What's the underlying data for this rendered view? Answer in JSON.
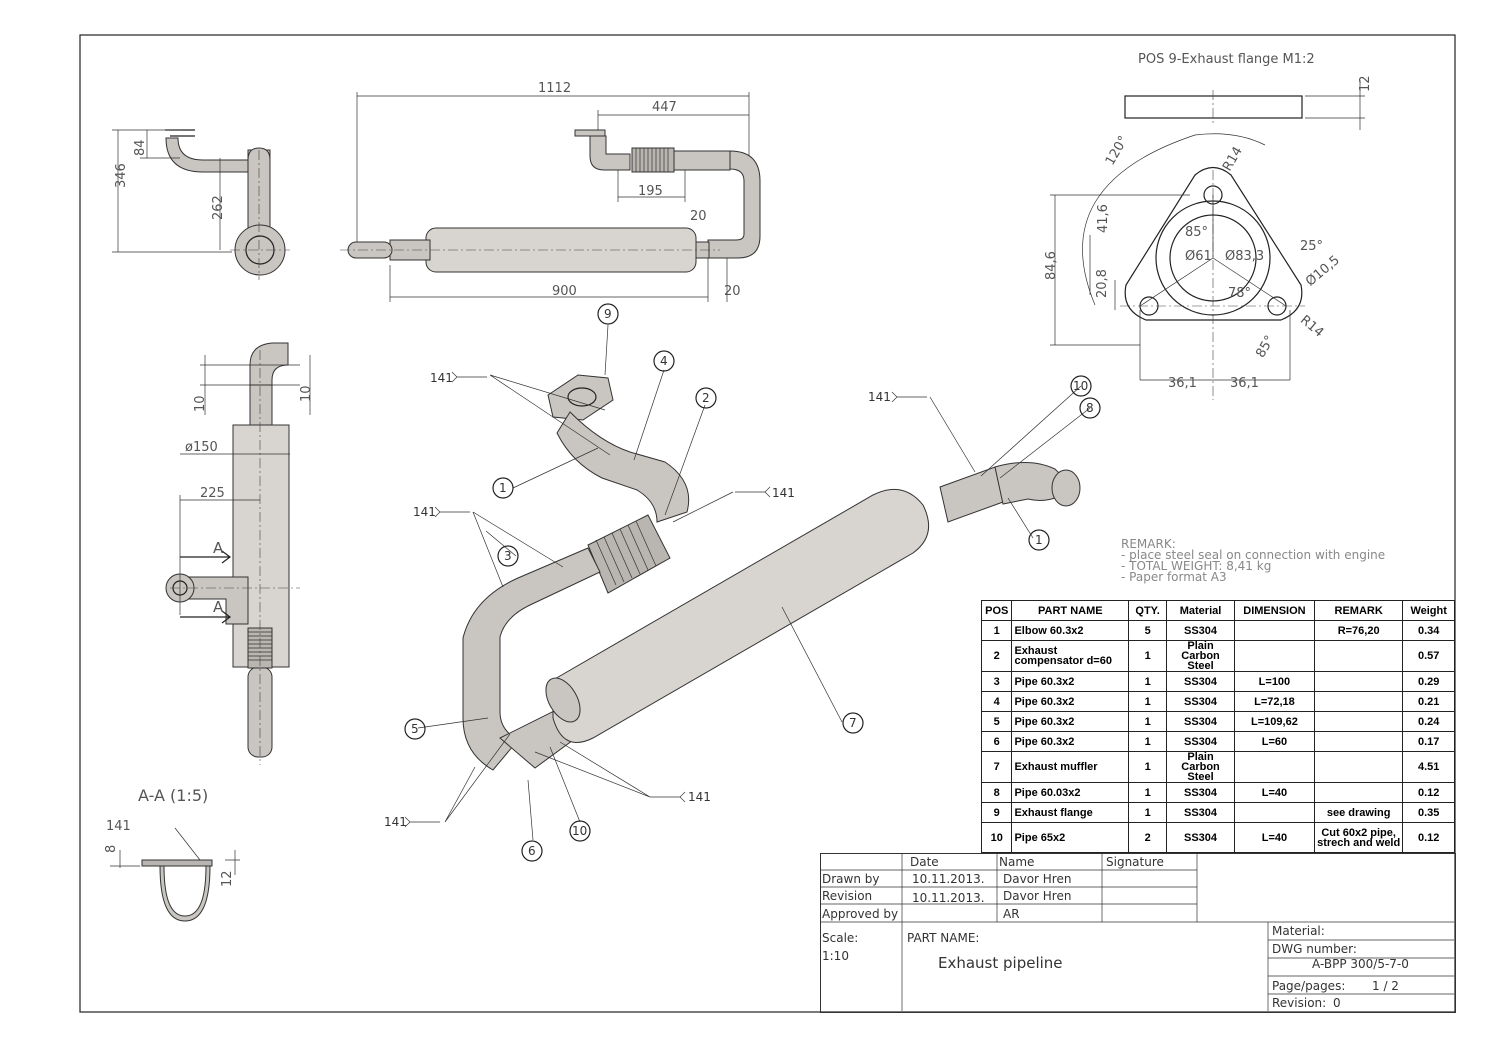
{
  "flange_title": "POS 9-Exhaust flange M1:2",
  "dims_top": {
    "d1112": "1112",
    "d447": "447",
    "d195": "195",
    "d20a": "20",
    "d900": "900",
    "d20b": "20",
    "d84": "84",
    "d346": "346",
    "d262": "262"
  },
  "dims_left": {
    "d10a": "10",
    "d10b": "10",
    "d150": "ø150",
    "d225": "225",
    "secA1": "A",
    "secA2": "A"
  },
  "section": {
    "title": "A-A (1:5)",
    "d8": "8",
    "d12": "12",
    "weld": "141"
  },
  "flange_dims": {
    "d12": "12",
    "a120": "120°",
    "r14a": "R14",
    "d41_6": "41,6",
    "d84_6": "84,6",
    "d20_8": "20,8",
    "a85a": "85°",
    "phi61": "Ø61",
    "phi83": "Ø83,3",
    "a25": "25°",
    "phi10_5": "Ø10,5",
    "a78": "78°",
    "a85b": "85°",
    "r14b": "R14",
    "d36_1a": "36,1",
    "d36_1b": "36,1"
  },
  "balloons": [
    "9",
    "4",
    "2",
    "1",
    "3",
    "5",
    "6",
    "10",
    "7",
    "10",
    "8",
    "1"
  ],
  "weld_labels": [
    "141",
    "141",
    "141",
    "141",
    "141",
    "141"
  ],
  "remark": {
    "title": "REMARK:",
    "lines": [
      "- place steel seal on connection with engine",
      "- TOTAL WEIGHT: 8,41 kg",
      "- Paper format A3"
    ]
  },
  "parts_table": {
    "headers": [
      "POS",
      "PART NAME",
      "QTY.",
      "Material",
      "DIMENSION",
      "REMARK",
      "Weight"
    ],
    "rows": [
      [
        "1",
        "Elbow 60.3x2",
        "5",
        "SS304",
        "",
        "R=76,20",
        "0.34"
      ],
      [
        "2",
        "Exhaust compensator d=60",
        "1",
        "Plain Carbon Steel",
        "",
        "",
        "0.57"
      ],
      [
        "3",
        "Pipe 60.3x2",
        "1",
        "SS304",
        "L=100",
        "",
        "0.29"
      ],
      [
        "4",
        "Pipe 60.3x2",
        "1",
        "SS304",
        "L=72,18",
        "",
        "0.21"
      ],
      [
        "5",
        "Pipe 60.3x2",
        "1",
        "SS304",
        "L=109,62",
        "",
        "0.24"
      ],
      [
        "6",
        "Pipe 60.3x2",
        "1",
        "SS304",
        "L=60",
        "",
        "0.17"
      ],
      [
        "7",
        "Exhaust muffler",
        "1",
        "Plain Carbon Steel",
        "",
        "",
        "4.51"
      ],
      [
        "8",
        "Pipe 60.03x2",
        "1",
        "SS304",
        "L=40",
        "",
        "0.12"
      ],
      [
        "9",
        "Exhaust flange",
        "1",
        "SS304",
        "",
        "see drawing",
        "0.35"
      ],
      [
        "10",
        "Pipe 65x2",
        "2",
        "SS304",
        "L=40",
        "Cut 60x2 pipe, strech and weld",
        "0.12"
      ]
    ]
  },
  "title_block": {
    "date_h": "Date",
    "name_h": "Name",
    "sig_h": "Signature",
    "drawn_by": "Drawn by",
    "drawn_date": "10.11.2013.",
    "drawn_name": "Davor Hren",
    "revision": "Revision",
    "rev_date": "10.11.2013.",
    "rev_name": "Davor Hren",
    "approved": "Approved by",
    "appr_name": "AR",
    "scale_label": "Scale:",
    "scale": "1:10",
    "part_name_label": "PART NAME:",
    "part_name": "Exhaust pipeline",
    "material": "Material:",
    "dwg_label": "DWG number:",
    "dwg": "A-BPP 300/5-7-0",
    "page_label": "Page/pages:",
    "page": "1 / 2",
    "rev_label": "Revision:",
    "rev": "0"
  }
}
